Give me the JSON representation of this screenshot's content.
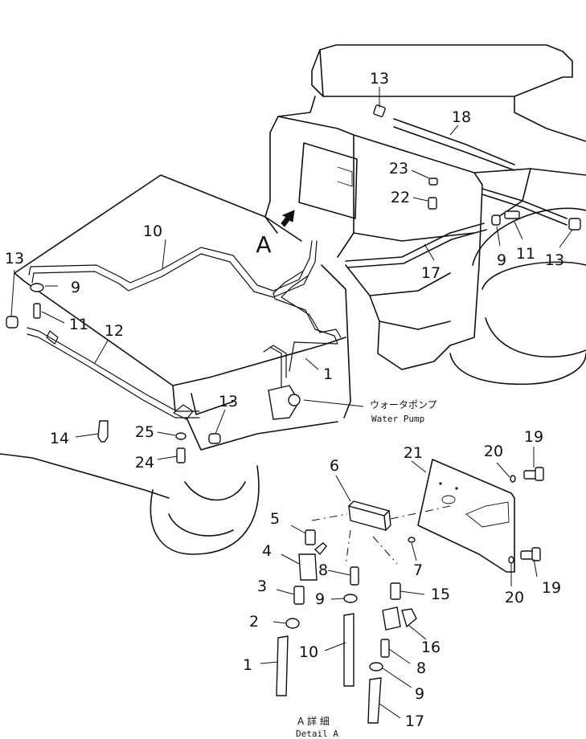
{
  "callouts": {
    "c1": "1",
    "c2": "2",
    "c3": "3",
    "c4": "4",
    "c5": "5",
    "c6": "6",
    "c7": "7",
    "c8": "8",
    "c9": "9",
    "c10": "10",
    "c11": "11",
    "c12": "12",
    "c13": "13",
    "c14": "14",
    "c15": "15",
    "c16": "16",
    "c17": "17",
    "c18": "18",
    "c19": "19",
    "c20": "20",
    "c21": "21",
    "c22": "22",
    "c23": "23",
    "c24": "24",
    "c25": "25"
  },
  "view_marker": "A",
  "water_pump": {
    "jp": "ウォータポンプ",
    "en": "Water Pump"
  },
  "detail": {
    "jp": "A 詳 細",
    "en": "Detail A"
  }
}
